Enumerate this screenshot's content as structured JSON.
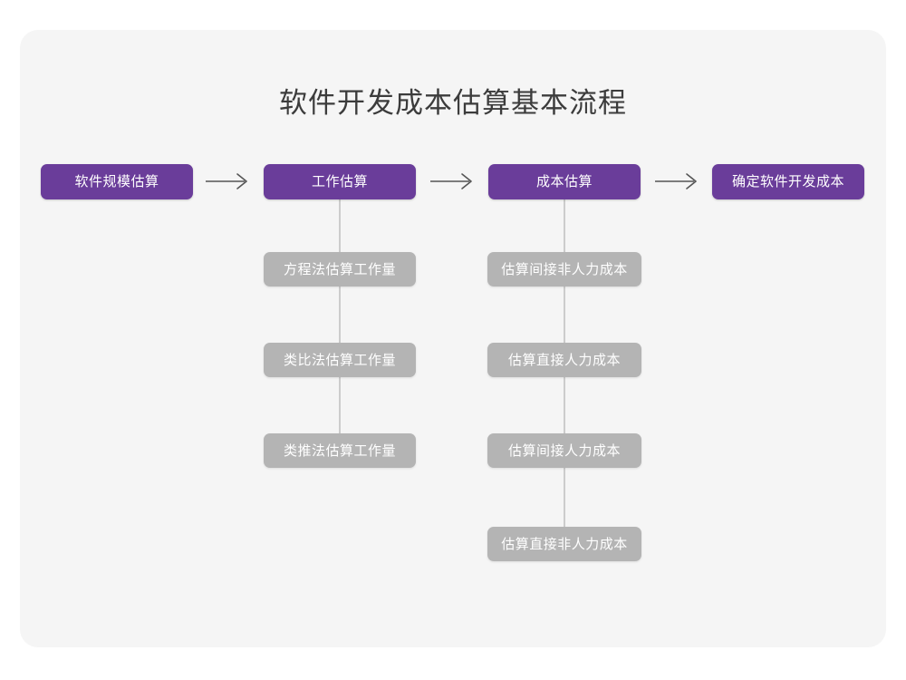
{
  "card": {
    "background_color": "#f5f5f5",
    "page_background_color": "#ffffff"
  },
  "title": "软件开发成本估算基本流程",
  "colors": {
    "primary": "#6a3d9a",
    "secondary": "#b4b4b4",
    "connector": "#cccccc",
    "arrow": "#555555",
    "title_text": "#3c3c3c",
    "node_text": "#ffffff"
  },
  "flow": {
    "arrow_glyph": "arrow-right-icon",
    "stages": [
      {
        "id": "stage-1",
        "label": "软件规模估算",
        "substeps": []
      },
      {
        "id": "stage-2",
        "label": "工作估算",
        "substeps": [
          "方程法估算工作量",
          "类比法估算工作量",
          "类推法估算工作量"
        ]
      },
      {
        "id": "stage-3",
        "label": "成本估算",
        "substeps": [
          "估算间接非人力成本",
          "估算直接人力成本",
          "估算间接人力成本",
          "估算直接非人力成本"
        ]
      },
      {
        "id": "stage-4",
        "label": "确定软件开发成本",
        "substeps": []
      }
    ]
  },
  "chart_data": {
    "type": "diagram",
    "title": "软件开发成本估算基本流程",
    "orientation": "horizontal-with-vertical-branches",
    "main_sequence": [
      "软件规模估算",
      "工作估算",
      "成本估算",
      "确定软件开发成本"
    ],
    "branches": {
      "工作估算": [
        "方程法估算工作量",
        "类比法估算工作量",
        "类推法估算工作量"
      ],
      "成本估算": [
        "估算间接非人力成本",
        "估算直接人力成本",
        "估算间接人力成本",
        "估算直接非人力成本"
      ]
    },
    "connector_count": 3
  }
}
